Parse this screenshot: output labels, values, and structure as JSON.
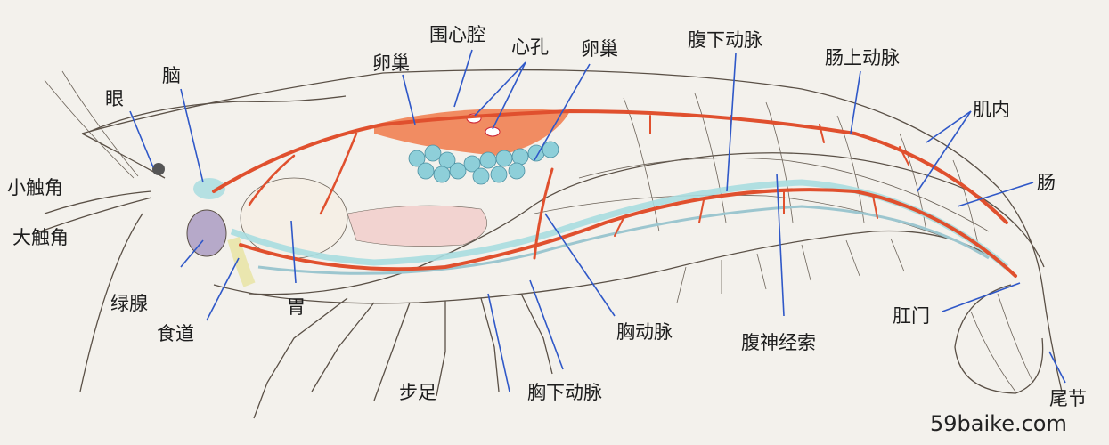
{
  "labels": {
    "eye": "眼",
    "brain": "脑",
    "small_antenna": "小触角",
    "large_antenna": "大触角",
    "green_gland": "绿腺",
    "esophagus": "食道",
    "stomach": "胃",
    "ovary_left": "卵巢",
    "pericardial_cavity": "围心腔",
    "heart_ostium": "心孔",
    "ovary_right": "卵巢",
    "ventral_artery": "腹下动脉",
    "dorsal_intestinal_artery": "肠上动脉",
    "muscle": "肌内",
    "intestine": "肠",
    "thoracic_artery": "胸动脉",
    "ventral_nerve_cord": "腹神经索",
    "anus": "肛门",
    "walking_legs": "步足",
    "subthoracic_artery": "胸下动脉",
    "telson": "尾节"
  },
  "watermark": "59baike.com",
  "colors": {
    "artery": "#e0502e",
    "ovary": "#8ecfd9",
    "heart": "#f07a4a",
    "gut": "#a9dde0",
    "gland": "#b6a9c9",
    "leader": "#2f58c8"
  }
}
